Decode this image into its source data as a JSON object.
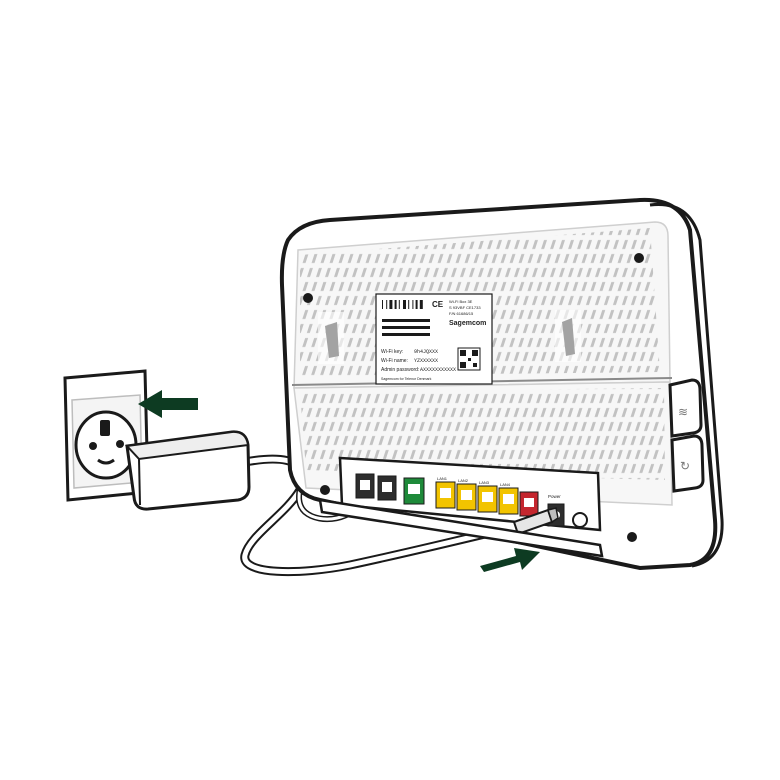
{
  "label": {
    "line1": "Wi-Fi Box 3E",
    "line2": "S 93VBF CE1733",
    "line3": "F/N 61686/15",
    "brand": "Sagemcom",
    "wifi_key_label": "Wi-Fi key:",
    "wifi_key_value": "9h4JQXXX",
    "wifi_name_label": "Wi-Fi name:",
    "wifi_name_value": "YZXXXXXX",
    "admin_label": "Admin password:",
    "admin_value": "AXXXXXXXXXXX",
    "footer": "Sagemcom for Telenor Denmark",
    "ce_mark": "CE"
  },
  "ports": {
    "lan1": "LAN1",
    "lan2": "LAN2",
    "lan3": "LAN3",
    "lan4": "LAN4",
    "power": "Power"
  },
  "colors": {
    "arrow": "#0d3b22",
    "lan_port": "#f2c400",
    "tel_port": "#1e8a3a",
    "dsl_port": "#c4262e",
    "body": "#ffffff",
    "outline": "#1a1a1a"
  },
  "icons": {
    "wifi_button": "wifi-icon",
    "wps_button": "wps-icon"
  }
}
